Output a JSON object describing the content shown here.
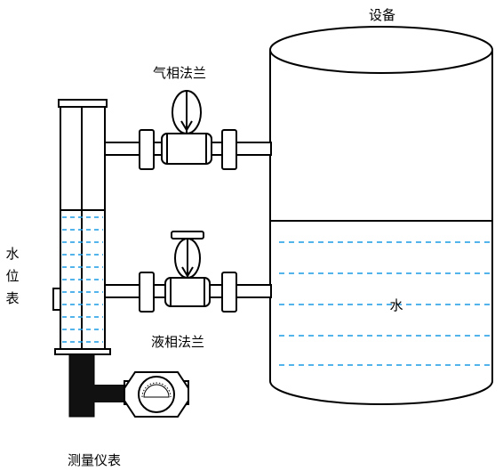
{
  "labels": {
    "equipment": "设备",
    "gas_flange": "气相法兰",
    "liquid_flange": "液相法兰",
    "level_gauge_1": "水",
    "level_gauge_2": "位",
    "level_gauge_3": "表",
    "water": "水",
    "instrument": "测量仪表"
  },
  "colors": {
    "water_line": "#1a9be6",
    "outline": "#000000",
    "instrument_body": "#111111"
  },
  "icons": {
    "valve": "gate-valve-icon",
    "transmitter": "pressure-transmitter-icon"
  }
}
